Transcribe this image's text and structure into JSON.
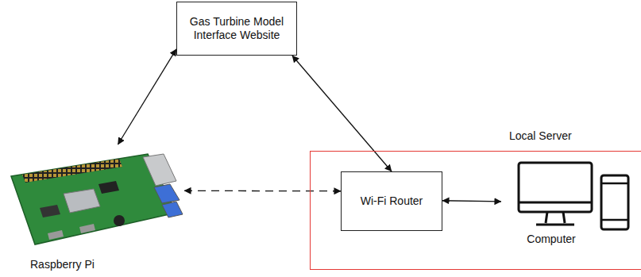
{
  "diagram": {
    "nodes": [
      {
        "text": [
          "Gas Turbine Model Interface Website"
        ]
      },
      {
        "text": [
          "Local Server"
        ]
      },
      {
        "text": [
          "Wi-Fi Router"
        ],
        "in": 1
      },
      {
        "text": [
          "Raspberry Pi"
        ]
      },
      {
        "text": [
          "Computer"
        ],
        "in": 1
      }
    ],
    "edges": [
      {
        "from": 3,
        "to": 0,
        "arrow": "both"
      },
      {
        "from": 0,
        "to": 2,
        "arrow": "both"
      },
      {
        "from": 3,
        "to": 2,
        "arrow": "both"
      },
      {
        "from": 2,
        "to": 4,
        "arrow": "both"
      }
    ]
  }
}
